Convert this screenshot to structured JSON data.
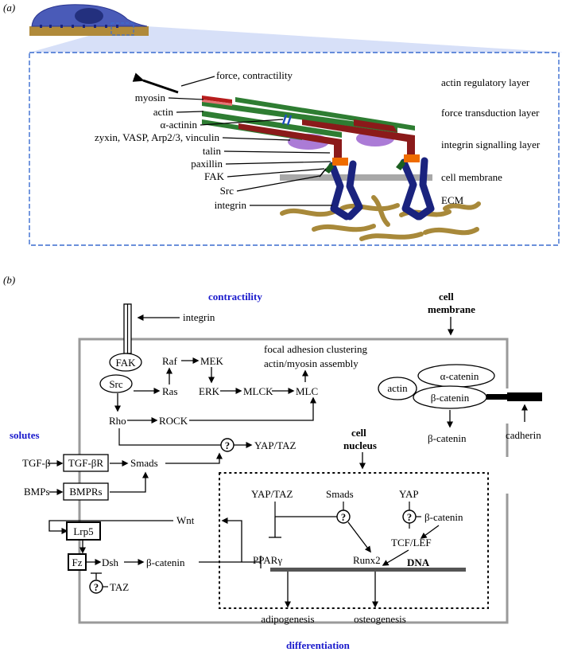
{
  "panel_a": {
    "label": "(a)",
    "labels_left": {
      "force": "force, contractility",
      "myosin": "myosin",
      "actin": "actin",
      "alpha_actinin": "α-actinin",
      "zyxin": "zyxin, VASP, Arp2/3, vinculin",
      "talin": "talin",
      "paxillin": "paxillin",
      "fak": "FAK",
      "src": "Src",
      "integrin": "integrin"
    },
    "layers": {
      "actin_regulatory": "actin regulatory layer",
      "force_transduction": "force transduction layer",
      "integrin_signalling": "integrin signalling layer",
      "cell_membrane": "cell membrane",
      "ecm": "ECM"
    },
    "colors": {
      "dashed_box": "#3a6ccf",
      "projection": "#b8c8f0",
      "actin": "#2e7d32",
      "myosin": "#b71c1c",
      "talin": "#8b1a1a",
      "integrin": "#1a237e",
      "paxillin": "#ef6c00",
      "zyxin": "#ab7bd6",
      "membrane": "#a8a8a8",
      "ecm": "#a8893a",
      "cell": "#4a5bb8",
      "substrate": "#b08a3a"
    }
  },
  "panel_b": {
    "label": "(b)",
    "contractility": "contractility",
    "solutes": "solutes",
    "differentiation": "differentiation",
    "cell_membrane_l1": "cell",
    "cell_membrane_l2": "membrane",
    "cell_nucleus_l1": "cell",
    "cell_nucleus_l2": "nucleus",
    "integrin": "integrin",
    "fak": "FAK",
    "src": "Src",
    "raf": "Raf",
    "mek": "MEK",
    "ras": "Ras",
    "erk": "ERK",
    "mlck": "MLCK",
    "mlc": "MLC",
    "focal_l1": "focal adhesion clustering",
    "focal_l2": "actin/myosin assembly",
    "rho": "Rho",
    "rock": "ROCK",
    "yap_taz": "YAP/TAZ",
    "q": "?",
    "tgfb": "TGF-β",
    "tgfbr": "TGF-βR",
    "smads": "Smads",
    "bmps": "BMPs",
    "bmprs": "BMPRs",
    "actin": "actin",
    "alpha_catenin": "α-catenin",
    "beta_catenin": "β-catenin",
    "beta_catenin_free": "β-catenin",
    "cadherin": "cadherin",
    "nuc_yap_taz": "YAP/TAZ",
    "nuc_smads": "Smads",
    "nuc_yap": "YAP",
    "nuc_beta_catenin": "β-catenin",
    "tcf_lef": "TCF/LEF",
    "wnt": "Wnt",
    "lrp5": "Lrp5",
    "fz": "Fz",
    "dsh": "Dsh",
    "beta_catenin_cyto": "β-catenin",
    "taz": "TAZ",
    "ppar": "PPARγ",
    "runx2": "Runx2",
    "dna": "DNA",
    "adipogenesis": "adipogenesis",
    "osteogenesis": "osteogenesis"
  }
}
